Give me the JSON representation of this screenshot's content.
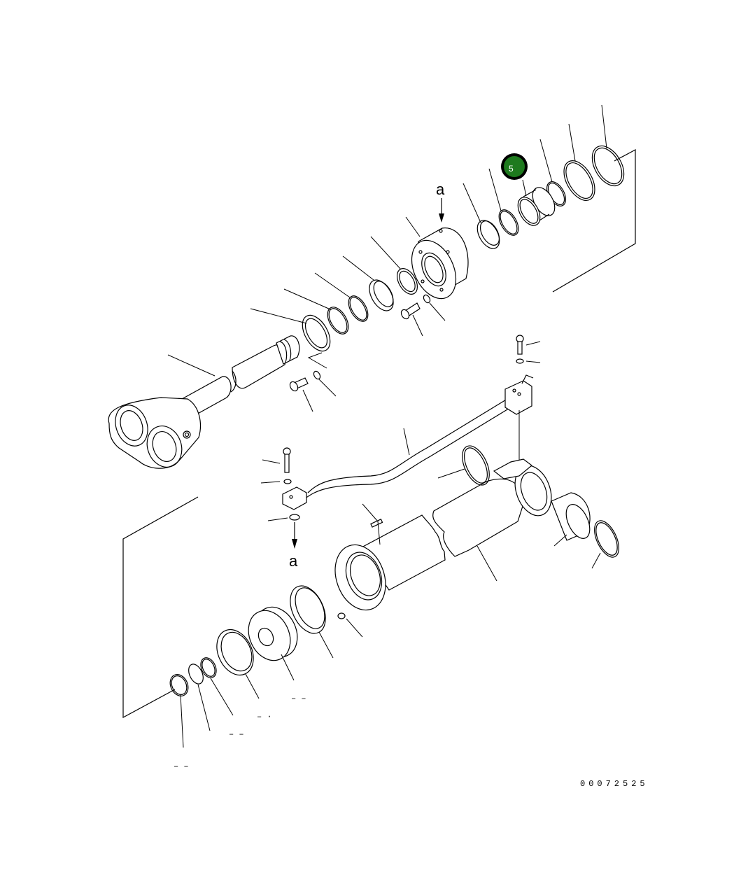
{
  "diagram": {
    "type": "exploded-parts-diagram",
    "subject": "hydraulic cylinder assembly",
    "drawing_number": "00072525",
    "reference_marks": [
      "a",
      "a"
    ],
    "highlighted_part": {
      "number": "5",
      "color": "#1e7a1e",
      "border": "#000000"
    },
    "dash_labels": [
      "– –",
      "– –",
      "– ·",
      "– –"
    ]
  }
}
